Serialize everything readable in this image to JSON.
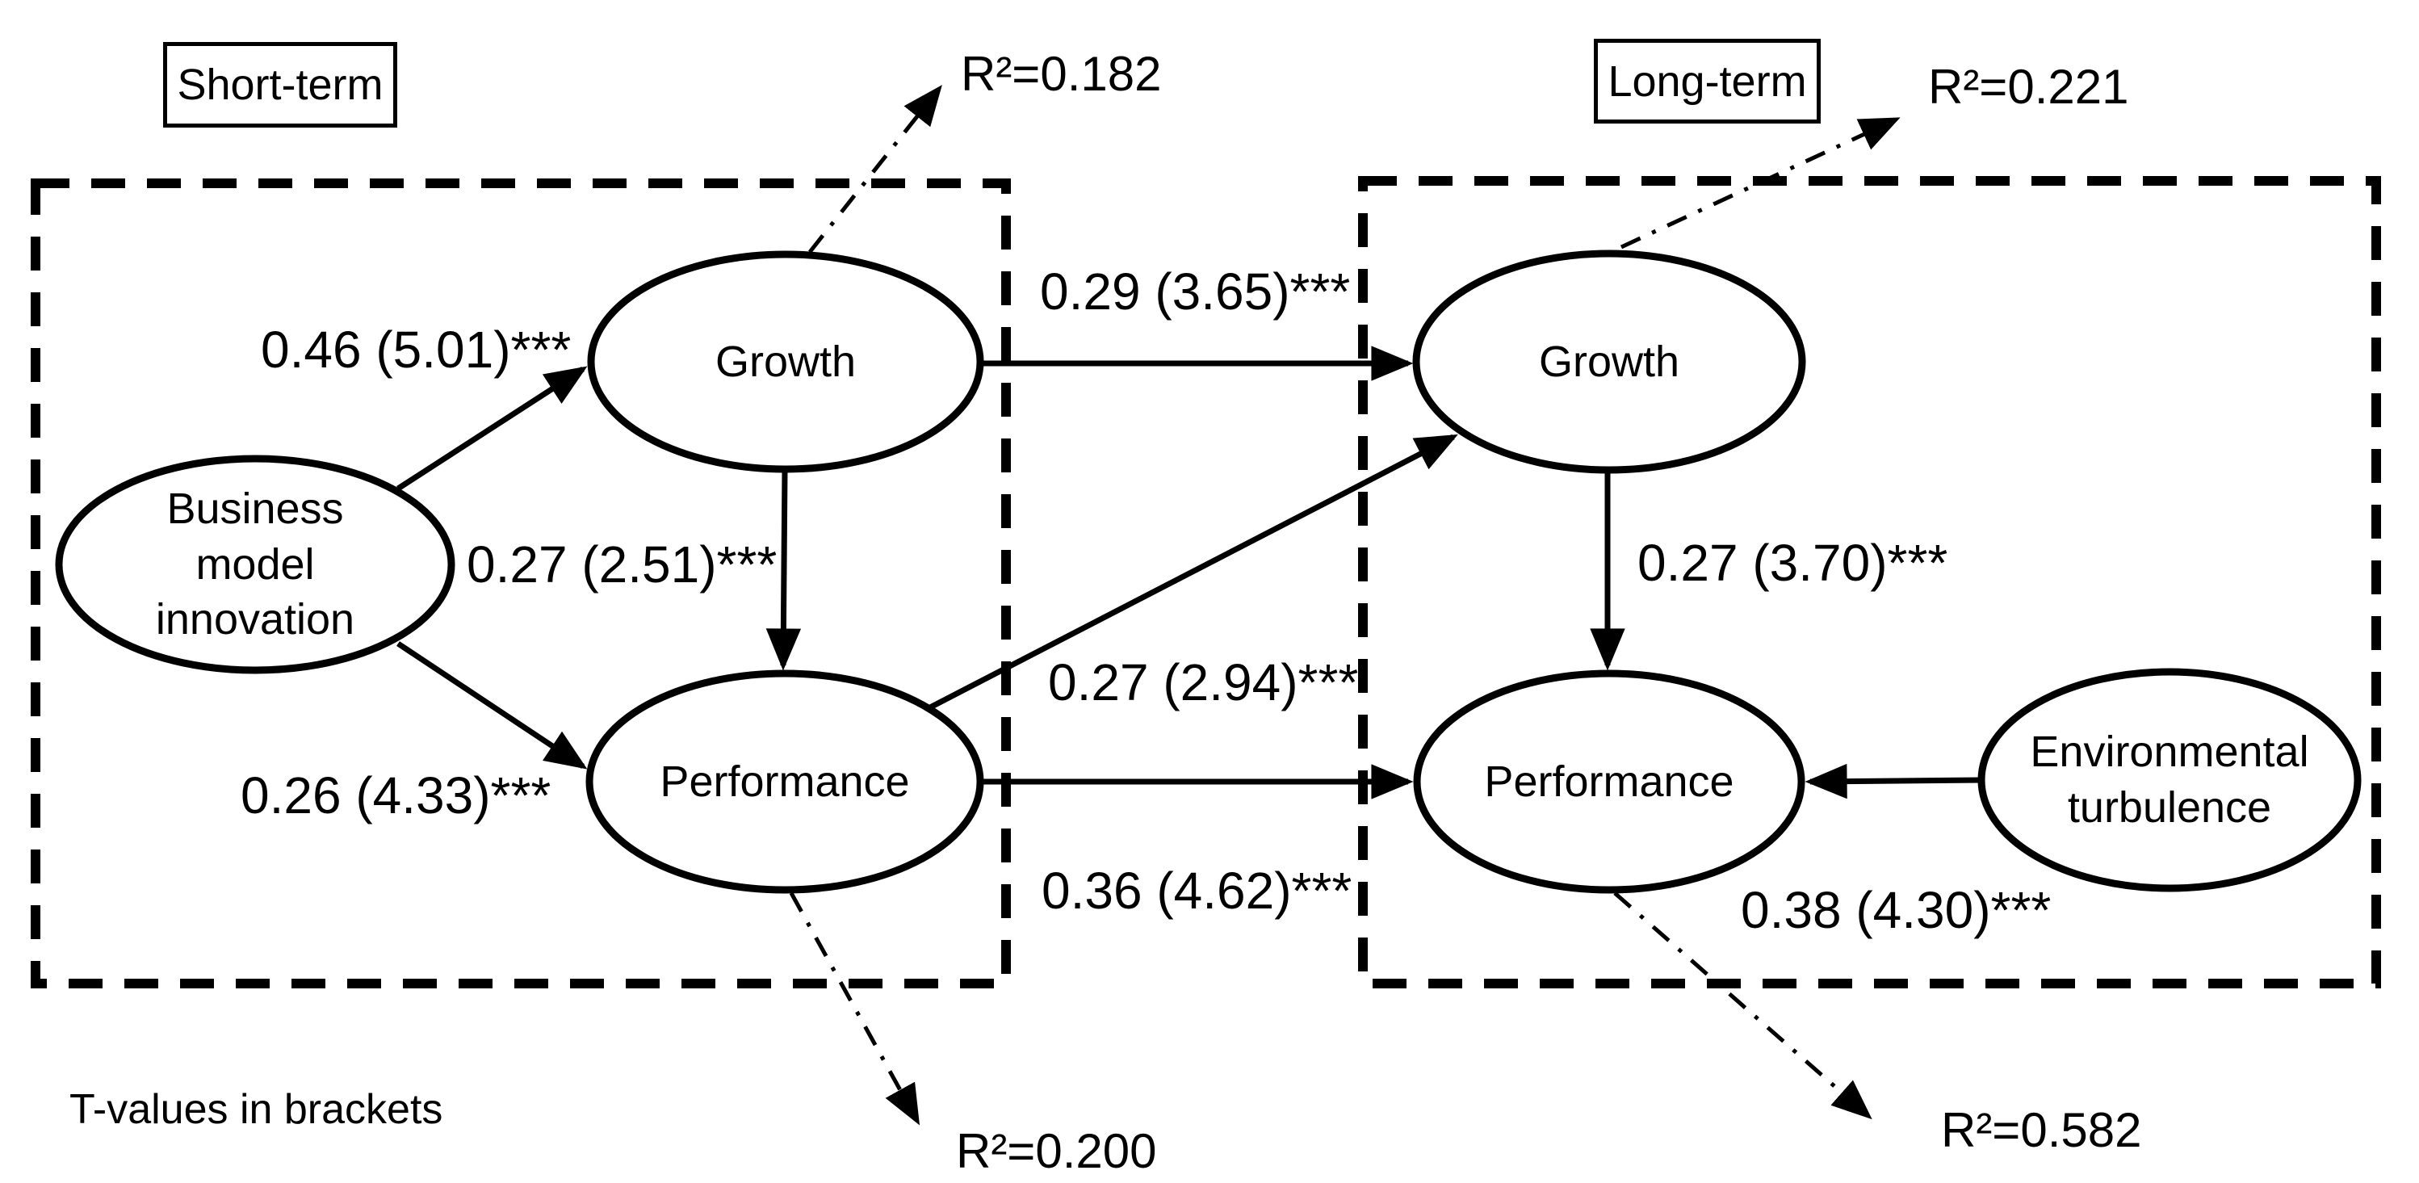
{
  "figure": {
    "footnote": "T-values in brackets",
    "note_meaning": "path labels show coefficient (t-value) with *** significance"
  },
  "colors": {
    "ink": "#000000",
    "background": "#ffffff"
  },
  "panels": {
    "short_term": {
      "label": "Short-term"
    },
    "long_term": {
      "label": "Long-term"
    }
  },
  "nodes": {
    "business_model_innovation": {
      "label": "Business model innovation"
    },
    "growth_short": {
      "label": "Growth",
      "r_squared": "R²=0.182"
    },
    "performance_short": {
      "label": "Performance",
      "r_squared": "R²=0.200"
    },
    "growth_long": {
      "label": "Growth",
      "r_squared": "R²=0.221"
    },
    "performance_long": {
      "label": "Performance",
      "r_squared": "R²=0.582"
    },
    "environmental_turbulence": {
      "label": "Environmental turbulence"
    }
  },
  "paths": {
    "bmi_to_growth_short": {
      "label": "0.46 (5.01)***",
      "coefficient": 0.46,
      "t_value": 5.01,
      "significance": "***"
    },
    "bmi_to_performance_short": {
      "label": "0.26 (4.33)***",
      "coefficient": 0.26,
      "t_value": 4.33,
      "significance": "***"
    },
    "growth_short_to_performance_short": {
      "label": "0.27 (2.51)***",
      "coefficient": 0.27,
      "t_value": 2.51,
      "significance": "***"
    },
    "growth_short_to_growth_long": {
      "label": "0.29 (3.65)***",
      "coefficient": 0.29,
      "t_value": 3.65,
      "significance": "***"
    },
    "performance_short_to_growth_long": {
      "label": "0.27 (2.94)***",
      "coefficient": 0.27,
      "t_value": 2.94,
      "significance": "***"
    },
    "performance_short_to_performance_long": {
      "label": "0.36 (4.62)***",
      "coefficient": 0.36,
      "t_value": 4.62,
      "significance": "***"
    },
    "growth_long_to_performance_long": {
      "label": "0.27 (3.70)***",
      "coefficient": 0.27,
      "t_value": 3.7,
      "significance": "***"
    },
    "env_turbulence_to_performance_long": {
      "label": "0.38 (4.30)***",
      "coefficient": 0.38,
      "t_value": 4.3,
      "significance": "***"
    }
  }
}
